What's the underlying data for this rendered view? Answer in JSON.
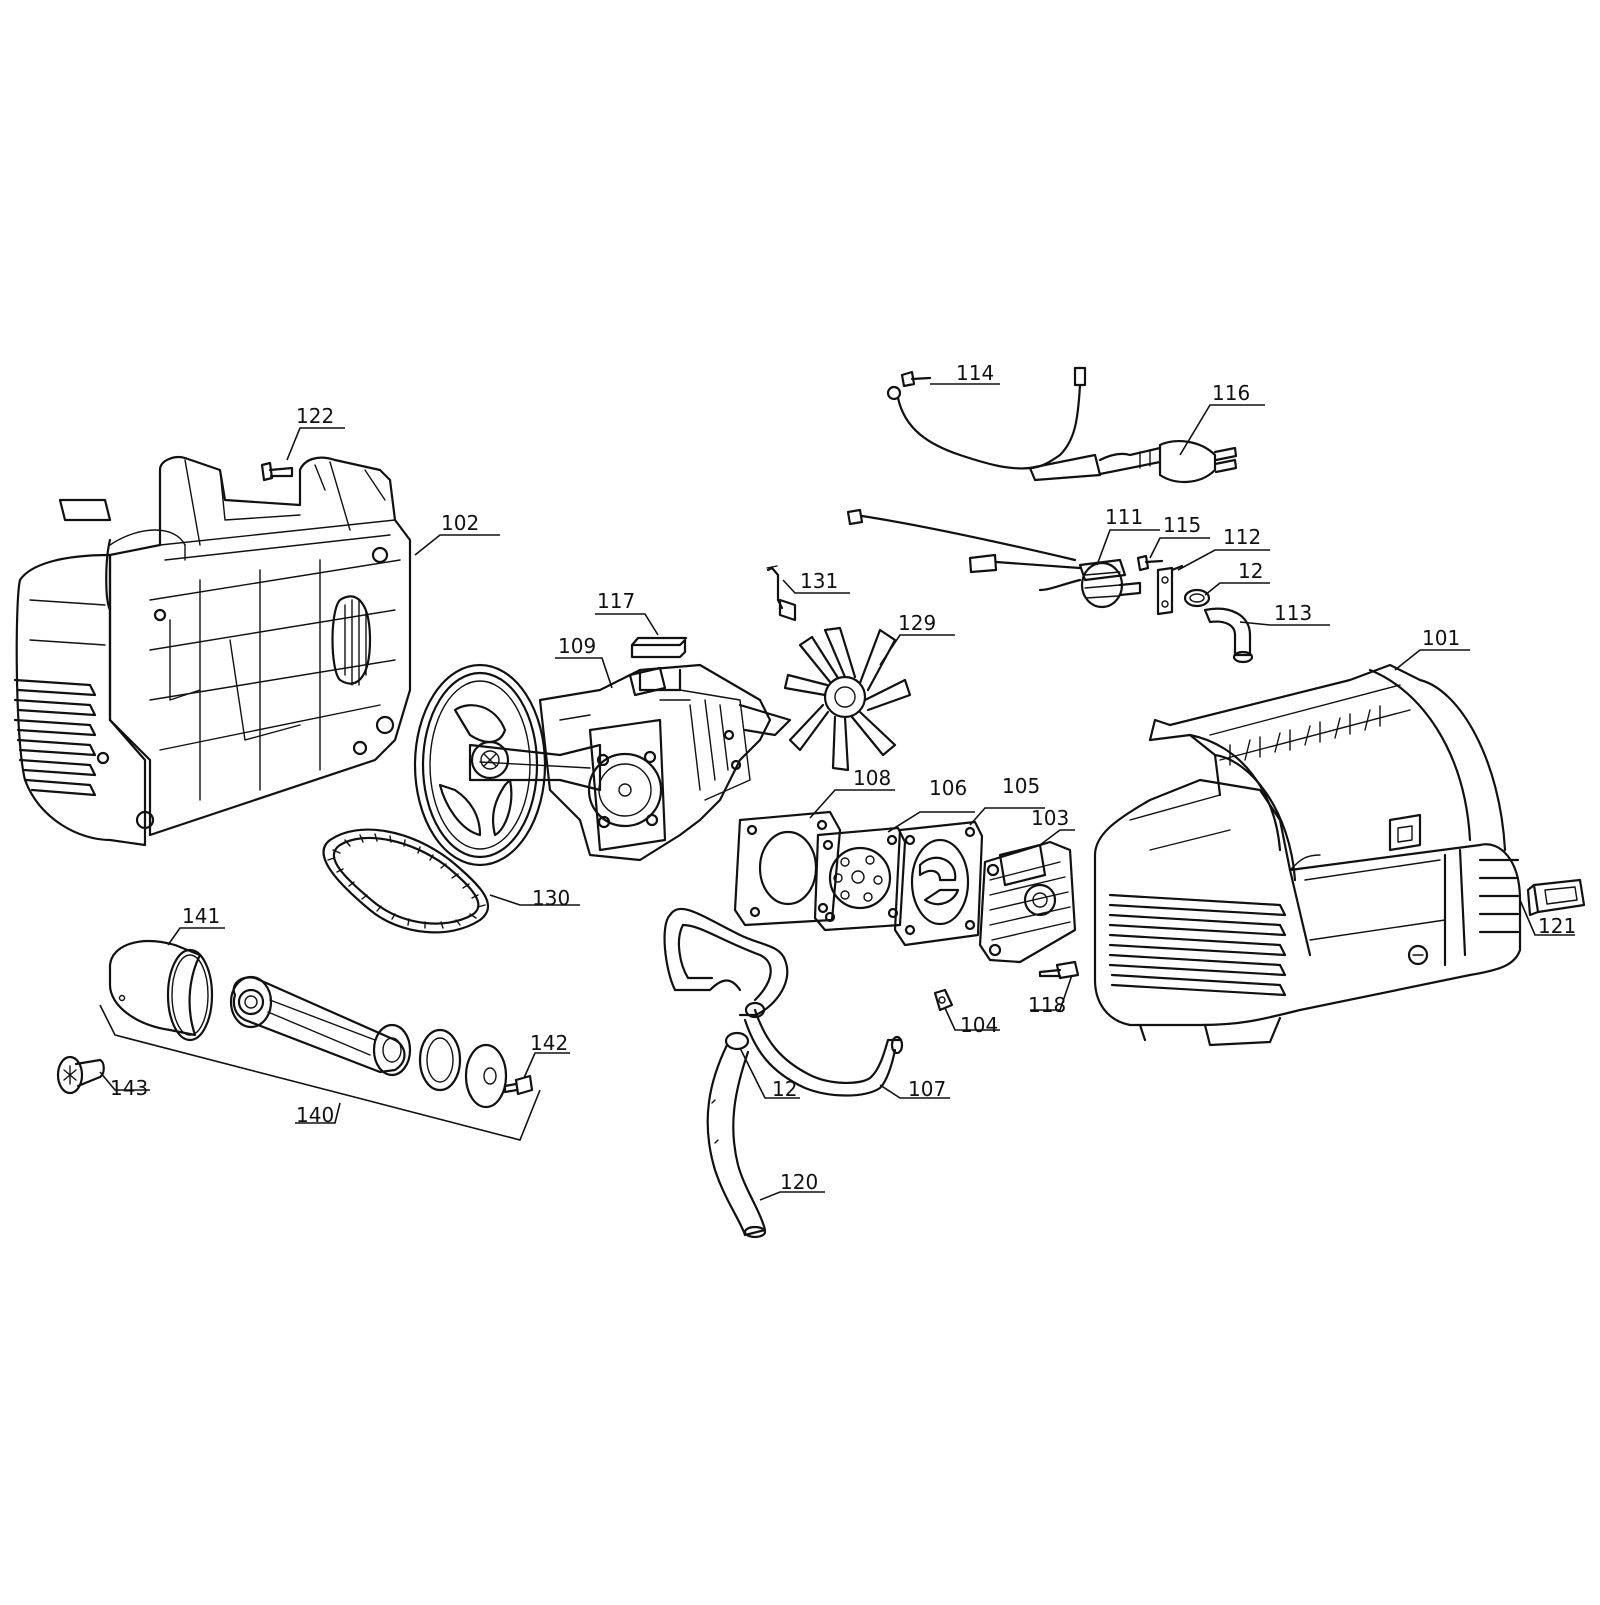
{
  "diagram": {
    "callouts": [
      {
        "id": "c114",
        "label": "114"
      },
      {
        "id": "c116",
        "label": "116"
      },
      {
        "id": "c122",
        "label": "122"
      },
      {
        "id": "c102",
        "label": "102"
      },
      {
        "id": "c111",
        "label": "111"
      },
      {
        "id": "c115",
        "label": "115"
      },
      {
        "id": "c112",
        "label": "112"
      },
      {
        "id": "c12a",
        "label": "12"
      },
      {
        "id": "c113",
        "label": "113"
      },
      {
        "id": "c131",
        "label": "131"
      },
      {
        "id": "c117",
        "label": "117"
      },
      {
        "id": "c129",
        "label": "129"
      },
      {
        "id": "c109",
        "label": "109"
      },
      {
        "id": "c101",
        "label": "101"
      },
      {
        "id": "c108",
        "label": "108"
      },
      {
        "id": "c106",
        "label": "106"
      },
      {
        "id": "c105",
        "label": "105"
      },
      {
        "id": "c103",
        "label": "103"
      },
      {
        "id": "c130",
        "label": "130"
      },
      {
        "id": "c141",
        "label": "141"
      },
      {
        "id": "c121",
        "label": "121"
      },
      {
        "id": "c118",
        "label": "118"
      },
      {
        "id": "c104",
        "label": "104"
      },
      {
        "id": "c142",
        "label": "142"
      },
      {
        "id": "c143",
        "label": "143"
      },
      {
        "id": "c12b",
        "label": "12"
      },
      {
        "id": "c107",
        "label": "107"
      },
      {
        "id": "c140",
        "label": "140"
      },
      {
        "id": "c120",
        "label": "120"
      }
    ]
  }
}
